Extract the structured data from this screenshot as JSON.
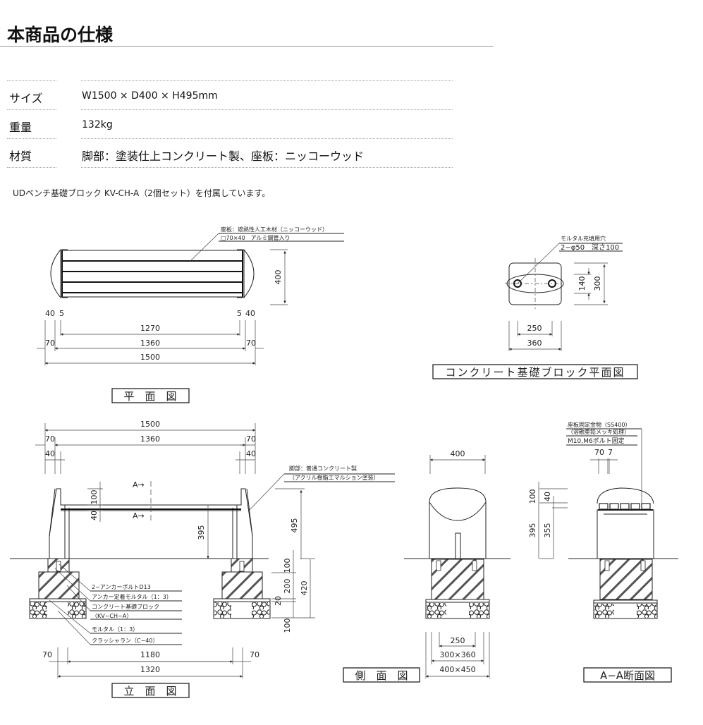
{
  "header": {
    "title": "本商品の仕様"
  },
  "specs": [
    {
      "label": "サイズ",
      "value": "W1500 × D400 × H495mm"
    },
    {
      "label": "重量",
      "value": "132kg"
    },
    {
      "label": "材質",
      "value": "脚部：塗装仕上コンクリート製、座板：ニッコーウッド"
    }
  ],
  "note": "UDベンチ基礎ブロック KV-CH-A（2個セット）を付属しています。",
  "drawings": {
    "plan": {
      "caption": "平　面　図",
      "callout_1": "座板：遮熱性人工木材（ニッコーウッド）",
      "callout_2": "□70×40　アルミ鋼管入り",
      "dims": {
        "depth": "400",
        "left_a": "40",
        "left_b": "5",
        "right_a": "5",
        "right_b": "40",
        "inner": "1270",
        "mid": "1360",
        "side_l": "70",
        "side_r": "70",
        "total": "1500"
      }
    },
    "block_plan": {
      "caption": "コンクリート基礎ブロック平面図",
      "callout_1": "モルタル充填用穴",
      "callout_2": "2−φ50　深さ100",
      "dims": {
        "h_inner": "140",
        "h_outer": "300",
        "w_inner": "250",
        "w_outer": "360"
      }
    },
    "elevation": {
      "caption": "立　面　図",
      "leg_callout_1": "脚部：普通コンクリート製",
      "leg_callout_2": "（アクリル樹脂エマルション塗装）",
      "section_mark_top": "A→",
      "section_mark_bottom": "A→",
      "labels": [
        "2−アンカーボルトD13",
        "アンカー定着モルタル（1：3）",
        "コンクリート基礎ブロック",
        "（KV−CH−A）",
        "モルタル（1：3）",
        "クラッシャラン（C−40）"
      ],
      "dims": {
        "top_total": "1500",
        "top_mid": "1360",
        "top_side_l": "70",
        "top_side_r": "70",
        "top_leg_l": "40",
        "top_leg_r": "40",
        "seat_100": "100",
        "seat_40": "40",
        "height_395": "395",
        "height_495": "495",
        "found_100": "100",
        "found_200": "200",
        "found_420": "420",
        "found_20": "20",
        "found_base_100": "100",
        "bot_side_l": "70",
        "bot_inner": "1180",
        "bot_side_r": "70",
        "bot_total": "1320"
      }
    },
    "side": {
      "caption": "側　面　図",
      "dims": {
        "width": "400",
        "inner": "250",
        "block": "300×360",
        "base": "400×450"
      }
    },
    "section": {
      "caption": "A−A断面図",
      "callout_1": "座板固定金物（SS400）",
      "callout_2": "（溶融亜鉛メッキ処理）",
      "callout_3": "M10,M6ボルト固定",
      "dims": {
        "top_a": "70",
        "top_b": "7",
        "h100": "100",
        "h40": "40",
        "h395": "395",
        "h355": "355"
      }
    }
  }
}
